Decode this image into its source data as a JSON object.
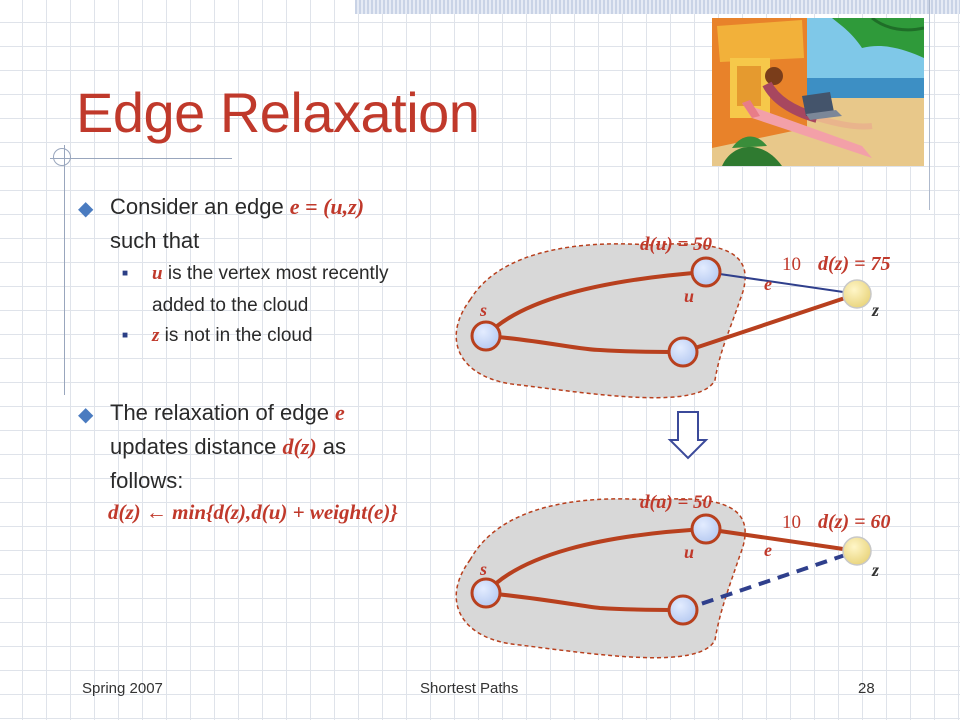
{
  "slide": {
    "title": "Edge Relaxation",
    "clipart_icon": "beach-laptop-clipart"
  },
  "bullets": {
    "b1_text": "Consider an edge ",
    "b1_math": "e = (u,z)",
    "b1_cont": "such that",
    "s1_math": "u",
    "s1_text": " is the vertex most recently",
    "s1_cont": "added to the cloud",
    "s2_math": "z",
    "s2_text": " is not in the cloud",
    "b2_text": "The relaxation of edge ",
    "b2_math": "e",
    "b2_line2_pre": "updates distance ",
    "b2_line2_math": "d(z)",
    "b2_line2_post": " as",
    "b2_line3": "follows:",
    "formula": "d(z) ← min{d(z),d(u) + weight(e)}"
  },
  "diagram_top": {
    "du_label": "d(u) = 50",
    "dz_label": "d(z) = 75",
    "weight_label": "10",
    "edge_label": "e",
    "u_label": "u",
    "z_label": "z",
    "s_label": "s"
  },
  "diagram_bottom": {
    "du_label": "d(u) = 50",
    "dz_label": "d(z) = 60",
    "weight_label": "10",
    "edge_label": "e",
    "u_label": "u",
    "z_label": "z",
    "s_label": "s"
  },
  "footer": {
    "left": "Spring 2007",
    "center": "Shortest Paths",
    "page": "28"
  },
  "colors": {
    "title": "#c0392b",
    "path": "#b8401e",
    "vertex": "#c6d6f5",
    "z_vertex": "#f2e39c",
    "cloud": "#d9d9d9",
    "dashed_edge": "#2f3f8c"
  }
}
